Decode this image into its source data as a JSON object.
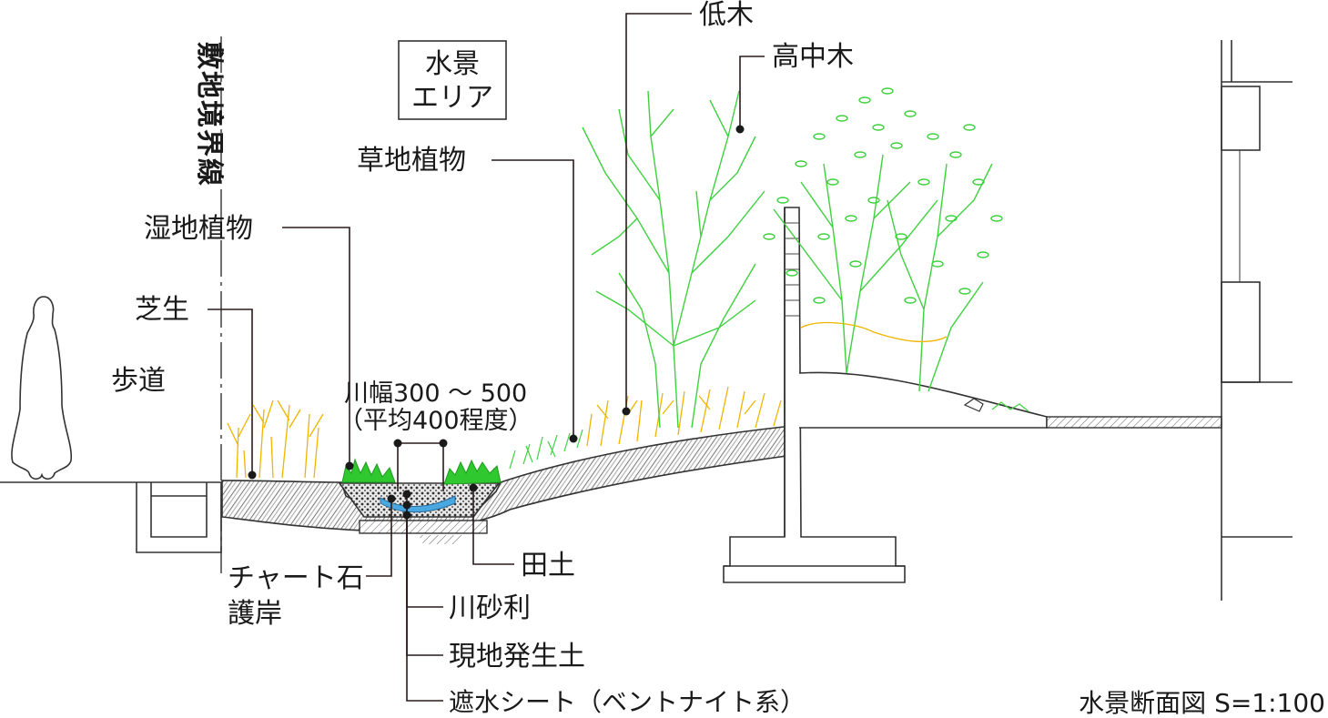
{
  "labels": {
    "boundary": "敷地境界線",
    "area_line1": "水景",
    "area_line2": "エリア",
    "low_tree": "低木",
    "tall_tree": "高中木",
    "grass_plants": "草地植物",
    "wetland_plants": "湿地植物",
    "lawn": "芝生",
    "sidewalk": "歩道",
    "width_line1": "川幅300 ～ 500",
    "width_line2": "（平均400程度）",
    "paddy_soil": "田土",
    "chert_line1": "チャート石",
    "chert_line2": "護岸",
    "river_gravel": "川砂利",
    "site_soil": "現地発生土",
    "water_sheet": "遮水シート（ベントナイト系）",
    "caption": "水景断面図 S=1:100"
  },
  "colors": {
    "tall_tree_green": "#3ed13e",
    "grass_yellow": "#f0b400",
    "wet_green": "#2fc82f",
    "water_blue": "#4aa8e0",
    "line": "#333333"
  }
}
